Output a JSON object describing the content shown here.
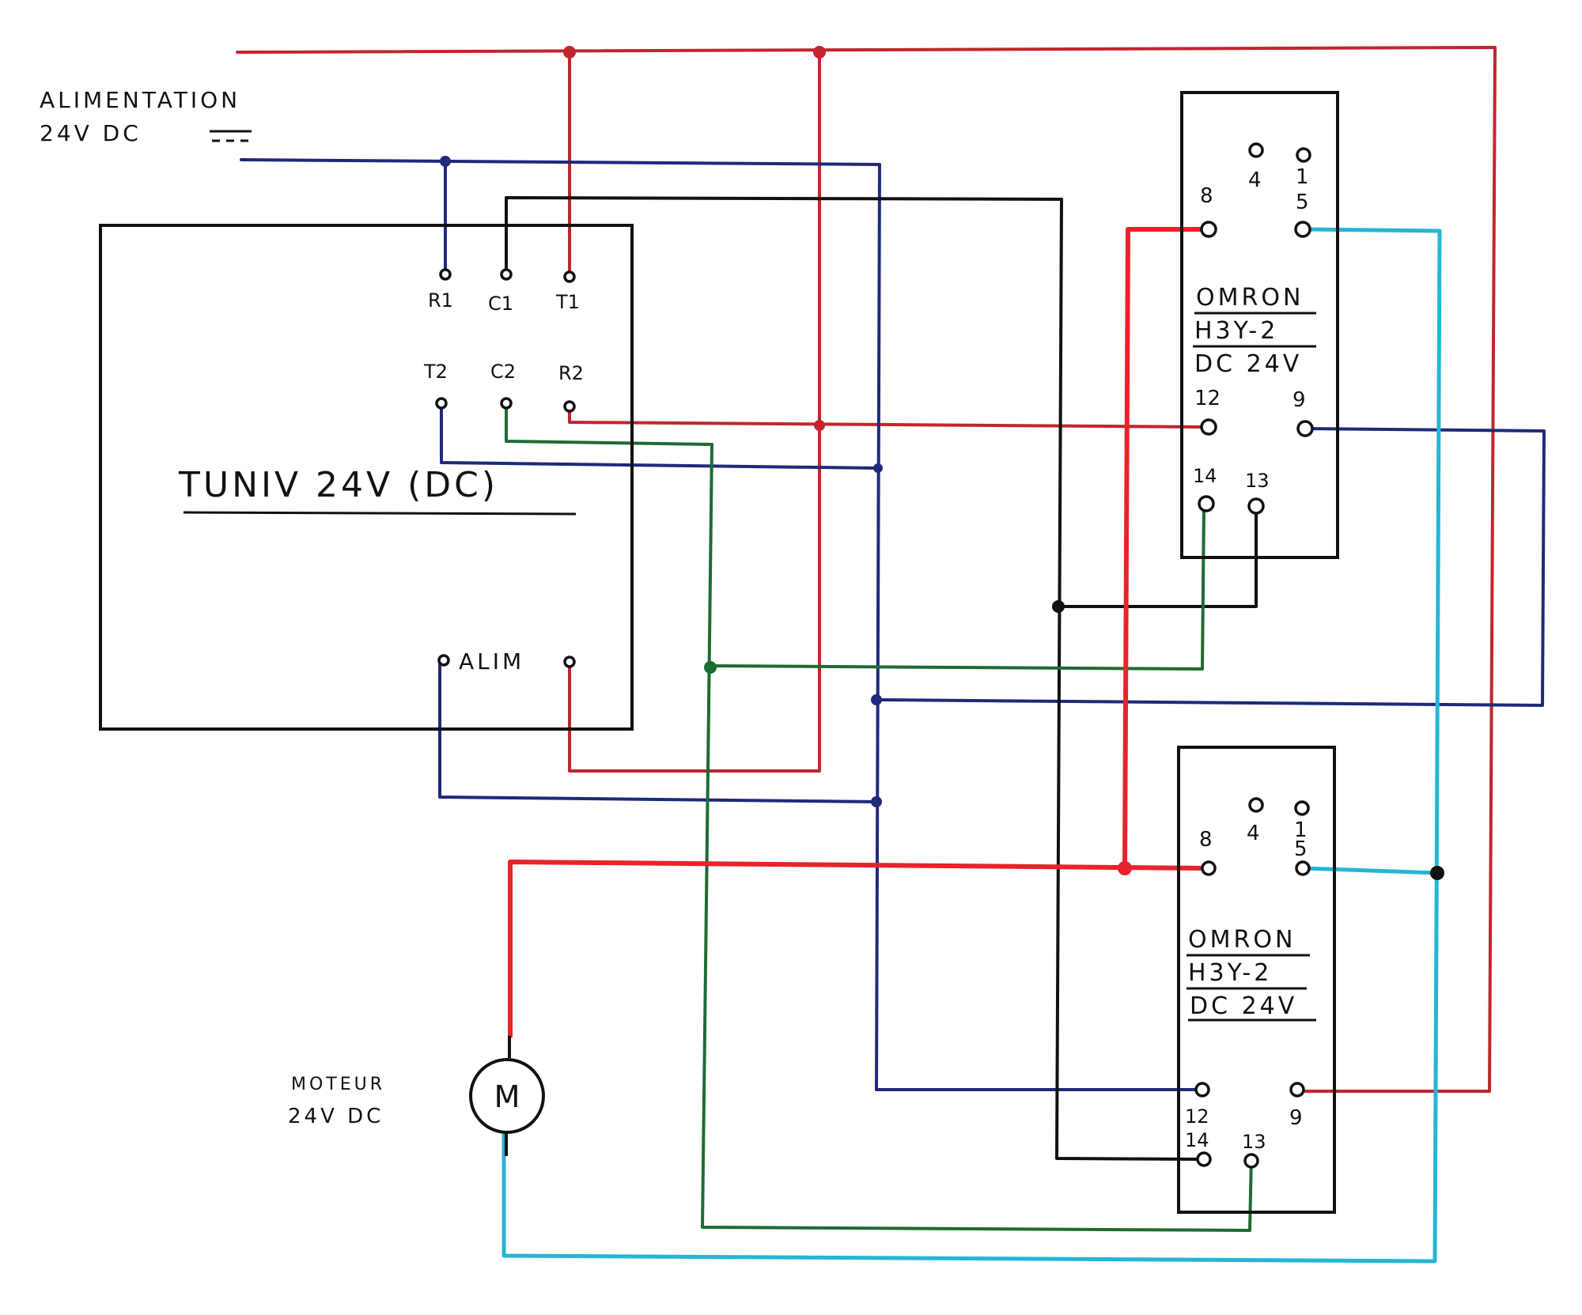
{
  "power_supply": {
    "label_line1": "ALIMENTATION",
    "label_line2": "24V DC",
    "dc_symbol": "⎓"
  },
  "controller": {
    "title": "TUNIV 24V (DC)",
    "terminals_top": [
      "R1",
      "C1",
      "T1"
    ],
    "terminals_mid": [
      "T2",
      "C2",
      "R2"
    ],
    "alim_label": "ALIM"
  },
  "relay_top": {
    "brand": "OMRON",
    "model": "H3Y-2",
    "rating": "DC 24V",
    "pins": {
      "p8": "8",
      "p4": "4",
      "p1": "1",
      "p5": "5",
      "p12": "12",
      "p9": "9",
      "p14": "14",
      "p13": "13"
    }
  },
  "relay_bottom": {
    "brand": "OMRON",
    "model": "H3Y-2",
    "rating": "DC 24V",
    "pins": {
      "p8": "8",
      "p4": "4",
      "p1": "1",
      "p5": "5",
      "p12": "12",
      "p9": "9",
      "p14": "14",
      "p13": "13"
    }
  },
  "motor": {
    "symbol": "M",
    "label_line1": "MOTEUR",
    "label_line2": "24V DC"
  },
  "colors": {
    "positive": "#c0262d",
    "negative": "#1f2a7a",
    "black": "#111111",
    "green": "#1e6b34",
    "bright_red": "#e8232a",
    "cyan": "#25b6d4"
  }
}
